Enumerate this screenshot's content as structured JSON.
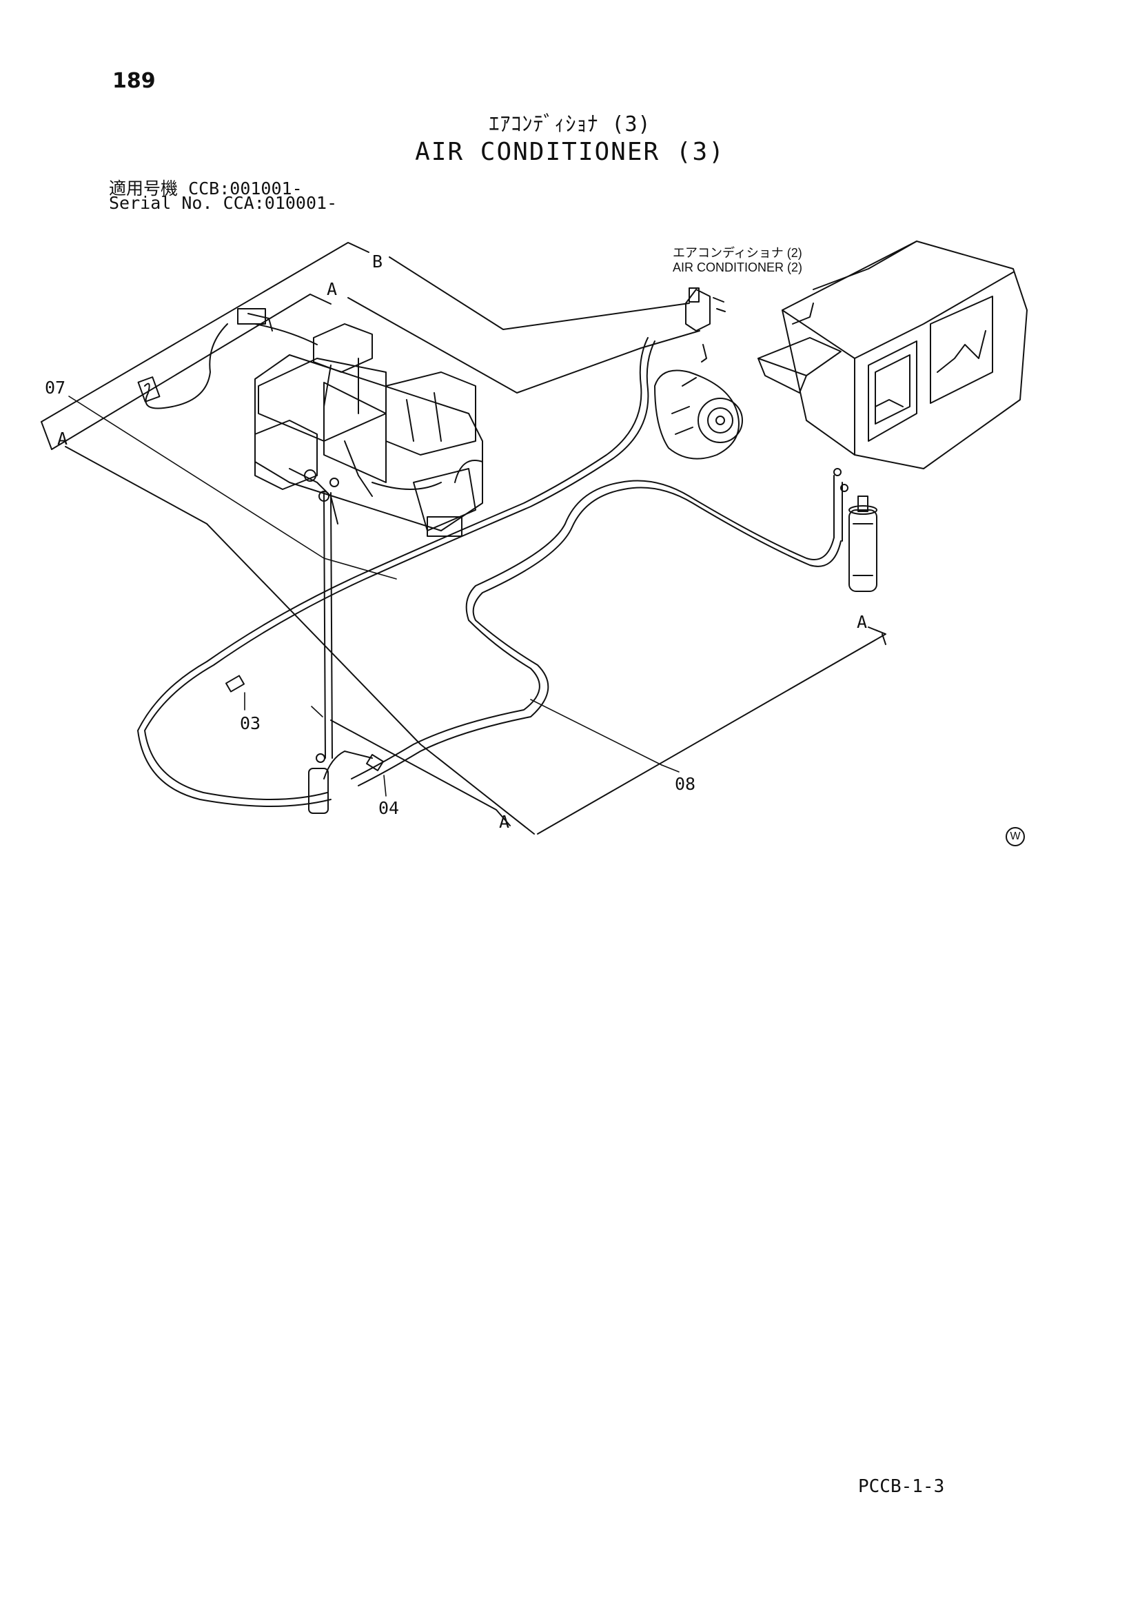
{
  "page_number": "189",
  "title_jp": "ｴｱｺﾝﾃﾞｨｼｮﾅ (3)",
  "title_en": "AIR CONDITIONER (3)",
  "applicability_label_jp": "適用号機",
  "applicability_value": "CCB:001001-",
  "serial_label": "Serial No.",
  "serial_value": "CCA:010001-",
  "reference": {
    "jp": "エアコンディショナ (2)",
    "en": "AIR CONDITIONER (2)"
  },
  "callouts": {
    "c07": "07",
    "c03": "03",
    "c04": "04",
    "c08": "08",
    "A1": "A",
    "A2": "A",
    "A3": "A",
    "A4": "A",
    "B": "B"
  },
  "mark": "W",
  "footer_code": "PCCB-1-3"
}
